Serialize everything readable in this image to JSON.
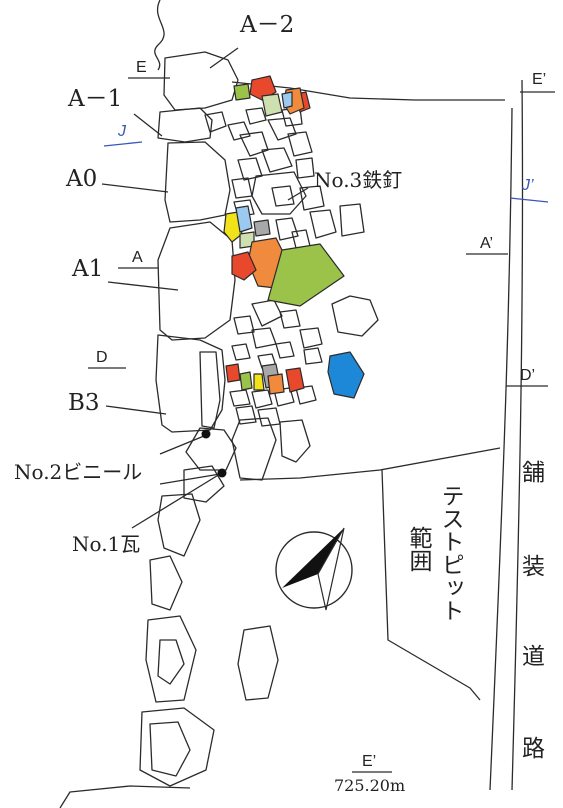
{
  "stone_labels": {
    "a_minus2": "A－2",
    "a_minus1": "A－1",
    "a0": "A0",
    "a1": "A1",
    "b3": "B3"
  },
  "finds": {
    "no3": "No.3鉄釘",
    "no2": "No.2ビニール",
    "no1": "No.1瓦"
  },
  "section_marks": {
    "e": "E",
    "e_prime_top": "E’",
    "j": "J",
    "j_prime": "J’",
    "a": "A",
    "a_prime": "A’",
    "d": "D",
    "d_prime": "D’",
    "e_prime_bottom": "E’"
  },
  "elevation": "725.20m",
  "test_pit": {
    "line1": "テストピット",
    "line2": "範囲"
  },
  "road_chars": [
    "舗",
    "装",
    "道",
    "路"
  ],
  "colors": {
    "line": "#2b2b2b",
    "orange_red": "#e8492c",
    "orange": "#f08a3c",
    "yellow": "#f2e21a",
    "light_blue": "#9cc9ef",
    "blue": "#1e88d8",
    "green": "#9bc34a",
    "pale_green": "#cfe0b0",
    "gray": "#a8a8a8",
    "label_blue": "#3a55b8"
  },
  "icons": {
    "north_arrow": "north-arrow-icon"
  }
}
